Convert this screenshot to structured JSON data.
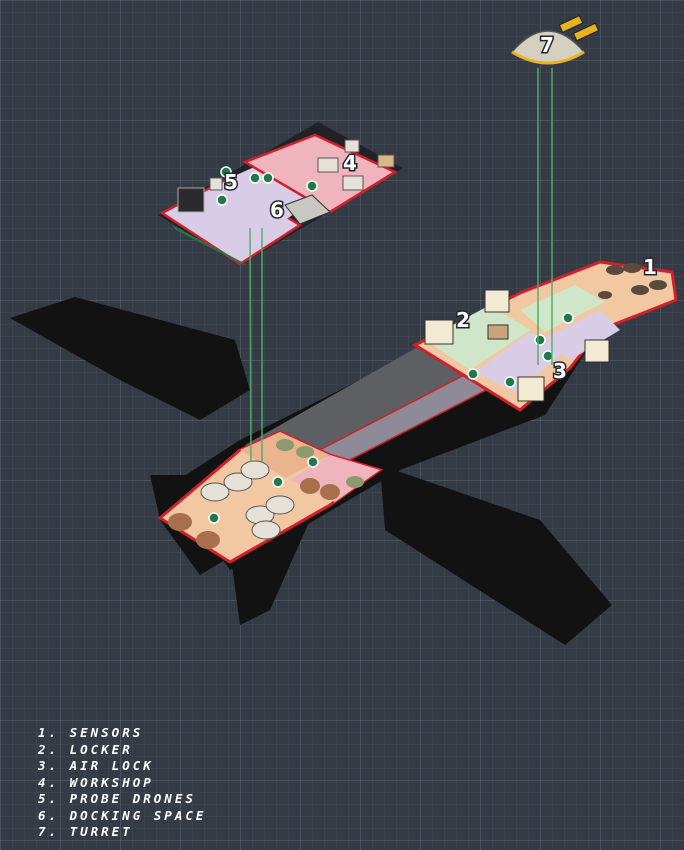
{
  "map": {
    "callouts": [
      "1",
      "2",
      "3",
      "4",
      "5",
      "6",
      "7"
    ]
  },
  "legend": {
    "items": [
      "1. SENSORS",
      "2. LOCKER",
      "3. AIR LOCK",
      "4. WORKSHOP",
      "5. PROBE DRONES",
      "6. DOCKING SPACE",
      "7. TURRET"
    ]
  },
  "colors": {
    "background": "#353b45",
    "hull_outline": "#d0202b",
    "floor_orange": "#f2c8a3",
    "floor_pink": "#efb4bd",
    "floor_green": "#cfe6c8",
    "floor_purple": "#d8cce6",
    "corridor": "#595b5f",
    "shadow": "#121212",
    "beam": "#4fae6a"
  }
}
